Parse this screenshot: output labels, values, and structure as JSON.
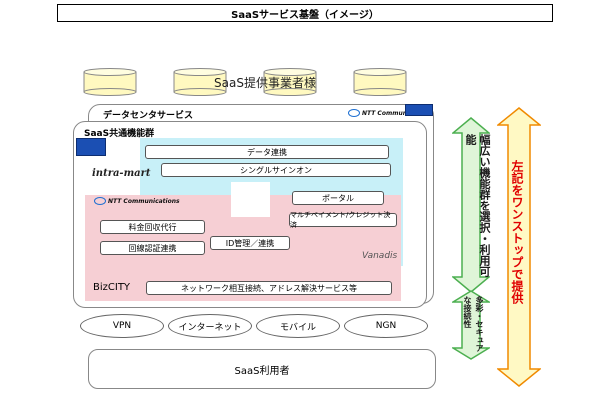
{
  "title": "SaaSサービス基盤（イメージ）",
  "providers_label": "SaaS提供事業者様",
  "datacenter_label": "データセンタサービス",
  "saas_group_label": "SaaS共通機能群",
  "functions": {
    "data_link": "データ連携",
    "sso": "シングルサインオン",
    "portal": "ポータル",
    "multi_payment": "マルチペイメント/クレジット決済",
    "billing": "料金回収代行",
    "line_auth": "回線認証連携",
    "id_mgmt": "ID管理／連携",
    "network": "ネットワーク相互接続、アドレス解決サービス等"
  },
  "logos": {
    "intra_mart": "intra-mart",
    "vanadis": "Vanadis",
    "bizcity": "BizCITY",
    "ntt_com": "NTT Communications"
  },
  "networks": [
    "VPN",
    "インターネット",
    "モバイル",
    "NGN"
  ],
  "users_label": "SaaS利用者",
  "side": {
    "functions_arrow": "幅広い機能群を選択・利用可能",
    "diversity_arrow": "多彩・セキュアな接続性",
    "onestop_arrow": "左記をワンストップで提供"
  },
  "colors": {
    "cyan": "#c8f0f8",
    "pink": "#f6cfd4",
    "green_arrow": "#dff5d8",
    "green_border": "#4caf50",
    "yellow_arrow": "#fff9c4",
    "orange_border": "#f08a00",
    "red_text": "#e00000"
  }
}
